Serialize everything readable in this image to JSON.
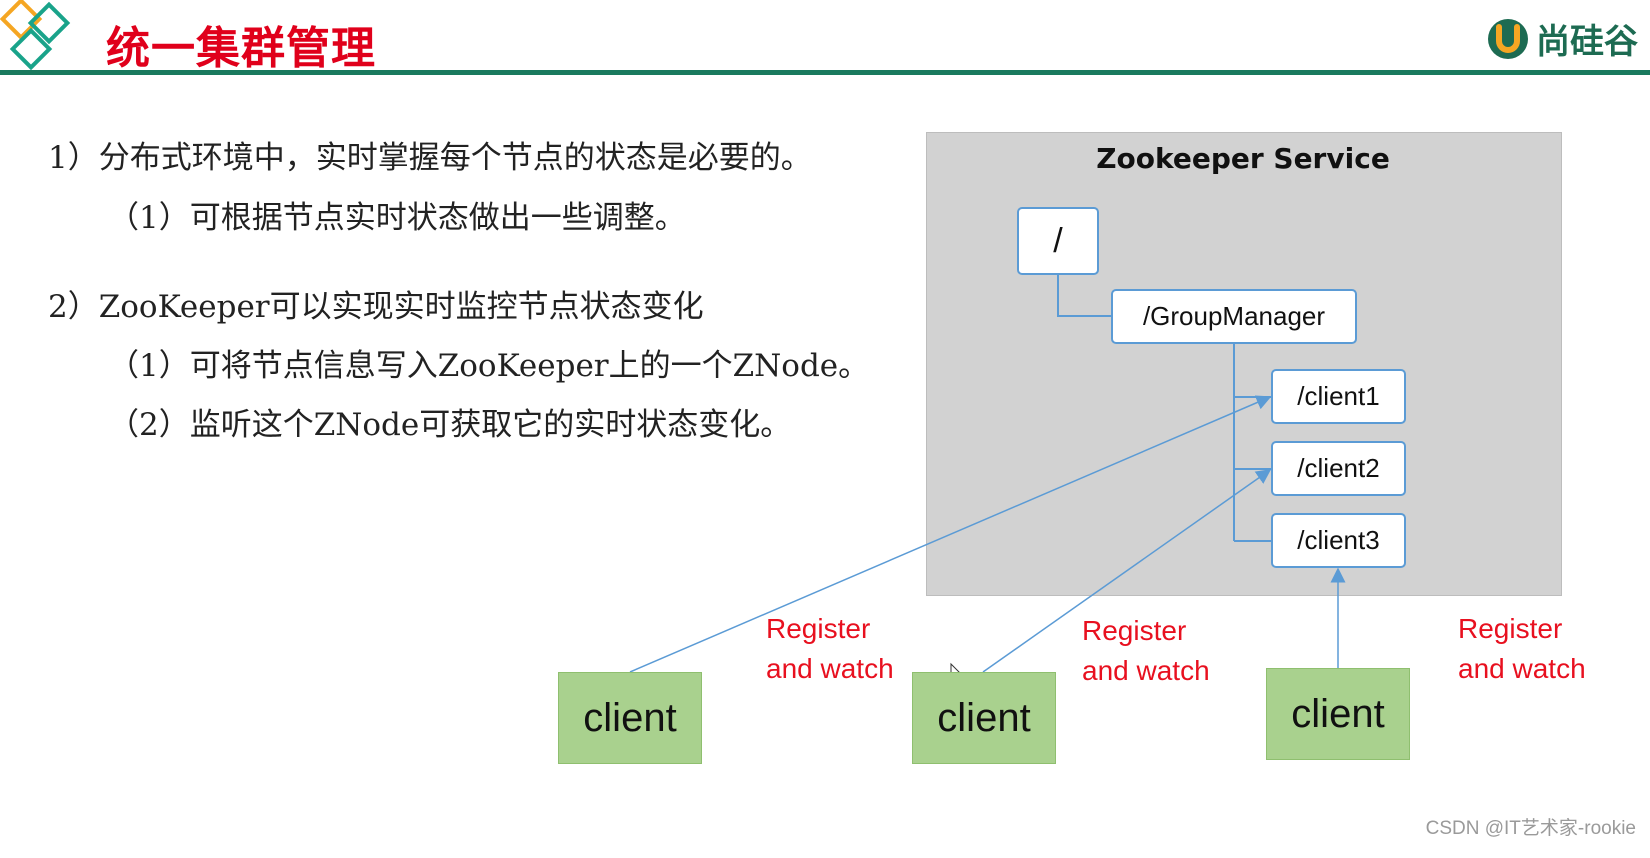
{
  "header": {
    "title": "统一集群管理",
    "brand": "尚硅谷",
    "accent_color": "#e0001b",
    "line_color": "#1a7a5e"
  },
  "bullets": [
    "1）分布式环境中，实时掌握每个节点的状态是必要的。",
    "（1）可根据节点实时状态做出一些调整。",
    "2）ZooKeeper可以实现实时监控节点状态变化",
    "（1）可将节点信息写入ZooKeeper上的一个ZNode。",
    "（2）监听这个ZNode可获取它的实时状态变化。"
  ],
  "diagram": {
    "service_title": "Zookeeper Service",
    "root_node": "/",
    "group_node": "/GroupManager",
    "child_nodes": [
      "/client1",
      "/client2",
      "/client3"
    ],
    "clients": [
      "client",
      "client",
      "client"
    ],
    "edge_labels": [
      [
        "Register",
        "and watch"
      ],
      [
        "Register",
        "and watch"
      ],
      [
        "Register",
        "and watch"
      ]
    ]
  },
  "watermark": "CSDN @IT艺术家-rookie"
}
